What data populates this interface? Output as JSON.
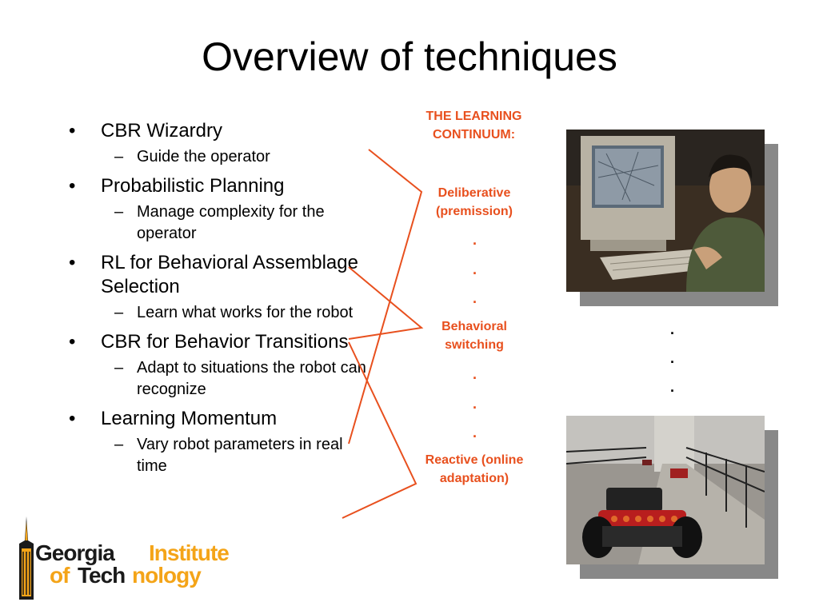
{
  "slide": {
    "title": "Overview of techniques",
    "bullets": [
      {
        "text": "CBR Wizardry",
        "sub": [
          "Guide the operator"
        ]
      },
      {
        "text": "Probabilistic Planning",
        "sub": [
          "Manage complexity for the operator"
        ]
      },
      {
        "text": "RL for Behavioral Assemblage Selection",
        "sub": [
          "Learn what works for the robot"
        ]
      },
      {
        "text": "CBR for Behavior Transitions",
        "sub": [
          "Adapt to situations the robot can recognize"
        ]
      },
      {
        "text": "Learning Momentum",
        "sub": [
          "Vary robot parameters in real time"
        ]
      }
    ],
    "continuum": {
      "heading": "THE LEARNING CONTINUUM:",
      "deliberative": "Deliberative (premission)",
      "behavioral": "Behavioral switching",
      "reactive": "Reactive (online adaptation)",
      "dot": "."
    },
    "logo": {
      "line1a": "Georgia",
      "line1b": "Institute",
      "line2a": "of ",
      "line2b": "Tech",
      "line2c": "nology"
    },
    "colors": {
      "accent": "#e8501e",
      "gold": "#f4a418",
      "shadow": "#888888"
    }
  }
}
